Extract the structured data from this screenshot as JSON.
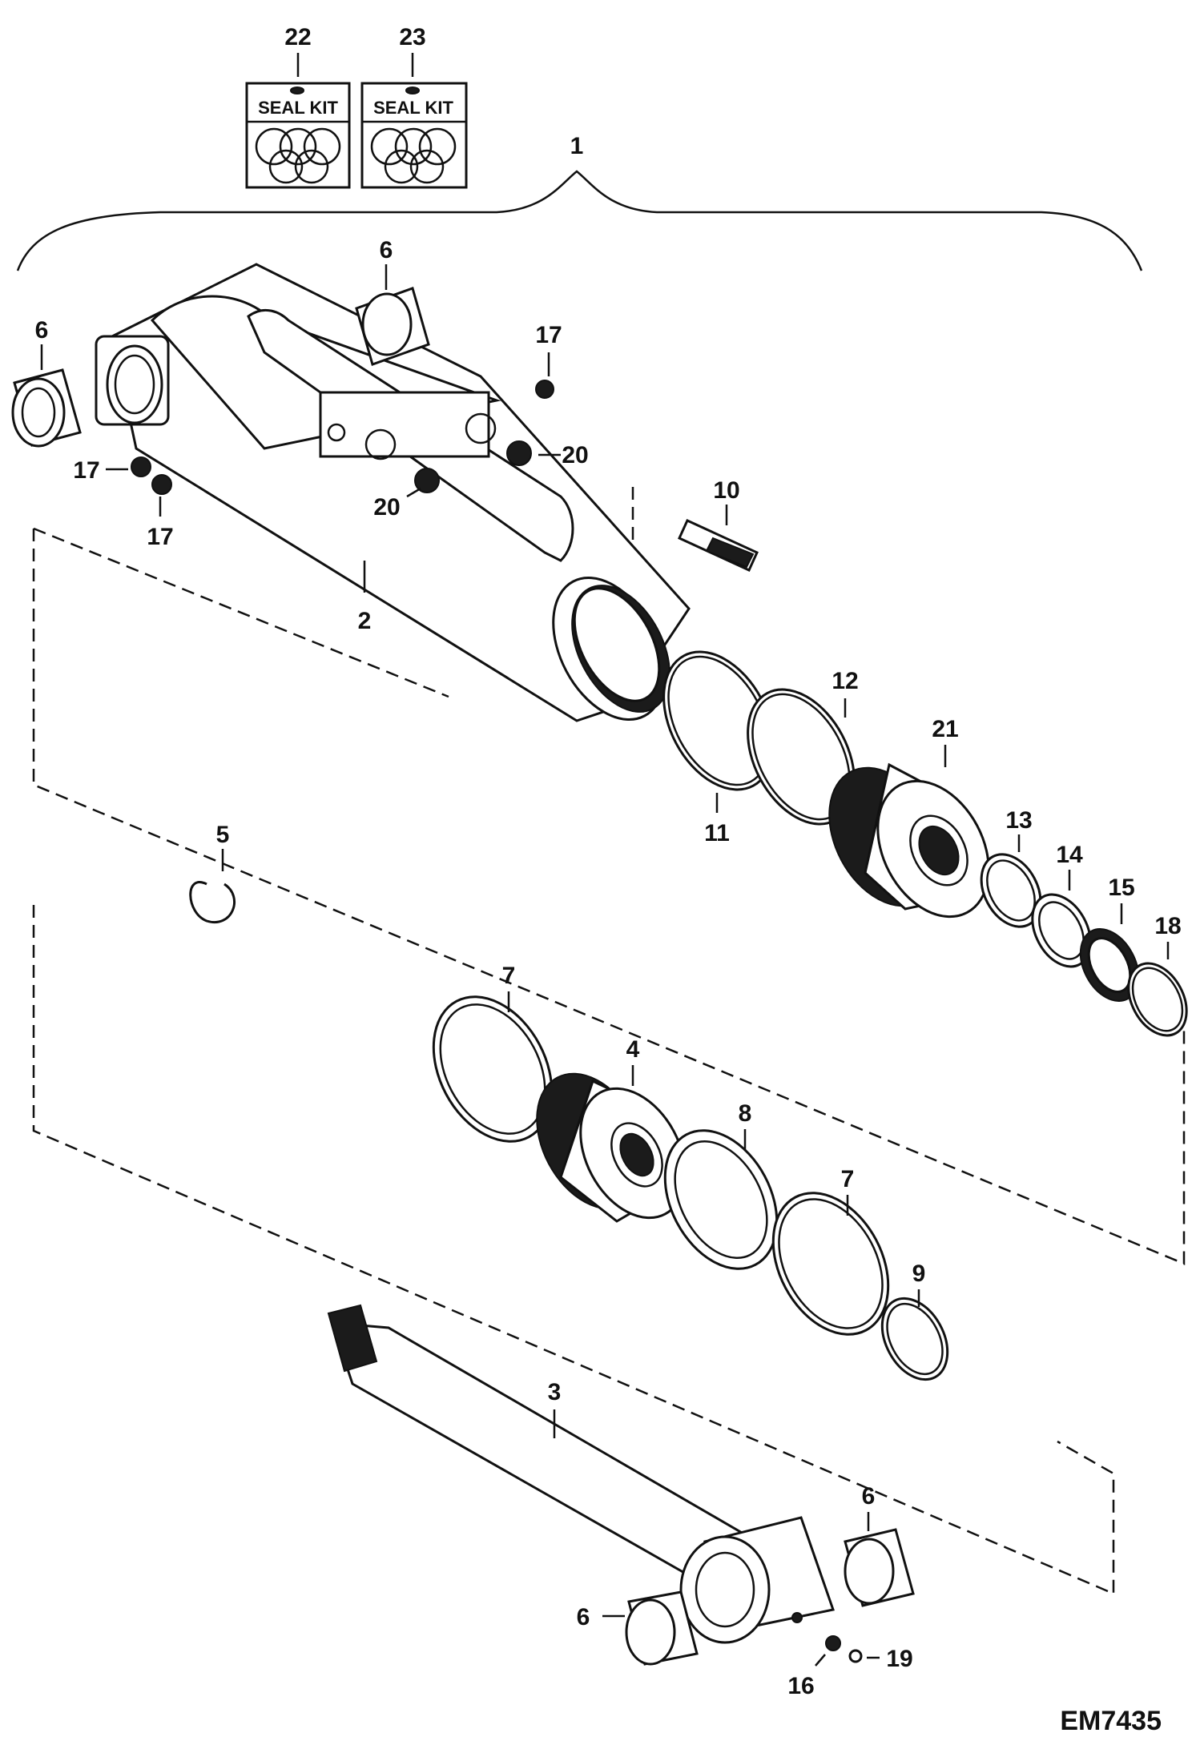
{
  "diagram": {
    "drawing_code": "EM7435",
    "seal_kits": [
      {
        "callout": "22",
        "text": "SEAL KIT"
      },
      {
        "callout": "23",
        "text": "SEAL KIT"
      }
    ],
    "callouts": {
      "assembly": "1",
      "barrel": "2",
      "rod": "3",
      "piston": "4",
      "snap_ring_5": "5",
      "bushing": "6",
      "ring_7": "7",
      "ring_8": "8",
      "ring_9": "9",
      "valve_10": "10",
      "ring_11": "11",
      "ring_12": "12",
      "ring_13": "13",
      "ring_14": "14",
      "ring_15": "15",
      "fitting_16": "16",
      "plug_17": "17",
      "ring_18": "18",
      "fitting_19": "19",
      "plug_20": "20",
      "head_21": "21"
    }
  }
}
